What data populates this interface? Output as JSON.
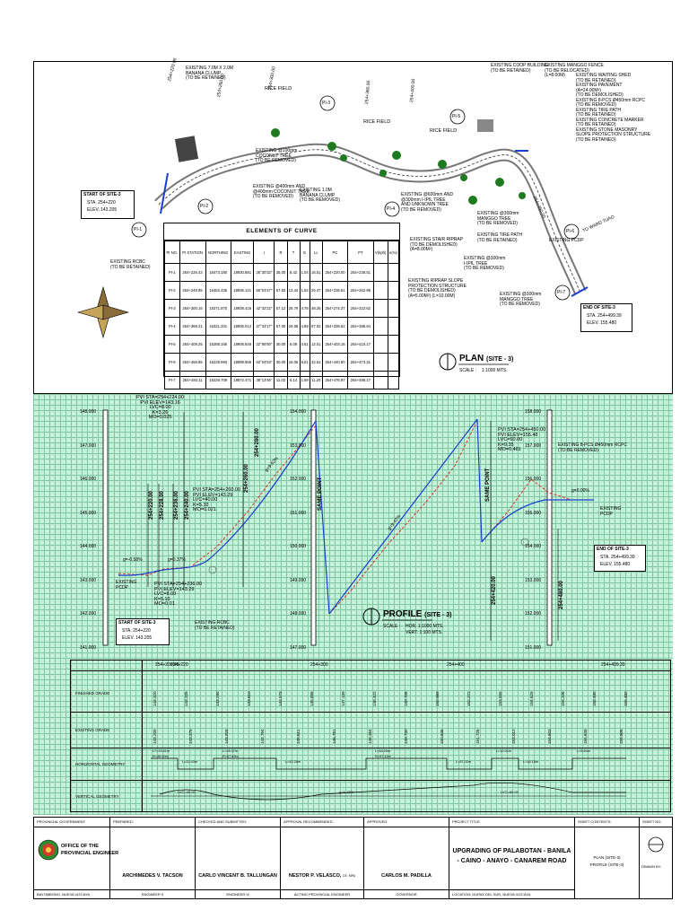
{
  "plan": {
    "title": "PLAN",
    "title_suffix": "(SITE - 3)",
    "scale_label": "SCALE :",
    "scale_value": "1:1000 MTS.",
    "start": {
      "line1": "START OF SITE-3",
      "line2": "STA. 254+220",
      "line3": "ELEV. 143.205"
    },
    "end": {
      "line1": "END OF SITE-3",
      "line2": "STA. 254+499.39",
      "line3": "ELEV. 155.480"
    },
    "pi_labels": [
      "PI-1",
      "PI-2",
      "PI-3",
      "PI-4",
      "PI-5",
      "PI-6",
      "PI-7"
    ],
    "notes": {
      "banana": "EXISTING 7.0M X 2.0M\nBANANA CLUMP\n(TO BE RETAINED)",
      "rice1": "RICE FIELD",
      "rice2": "RICE FIELD",
      "rice3": "RICE FIELD",
      "coconut1": "EXISTING @100mm\nCOCONUT TREE\n(TO BE REMOVED)",
      "coconut2": "EXISTING @400mm AND\n@400mm COCONUT TREE\n(TO BE REMOVED)",
      "banana2": "EXISTING 1.0M\nBANANA CLUMP\n(TO BE REMOVED)",
      "coop": "EXISTING COOP BUILDING\n(TO BE RETAINED)",
      "mango_fence": "EXISTING MANGGO FENCE\n(TO BE RELOCATED)\n(L=8.00M)",
      "ipil": "EXISTING @600mm AND\n@300mm I-IPIL TREE\nAND UNKNOWN TREE\n(TO BE REMOVED)",
      "stair": "EXISTING STAIR RIPRAP\n(TO BE DEMOLISHED)\n(A=8.00M²)",
      "riprap": "EXISTING RIPRAP SLOPE\nPROTECTION STRUCTURE\n(TO BE DEMOLISHED)\n(A=5.00M²) (L=10.00M)",
      "mango1": "EXISTING @300mm\nMANGGO TREE\n(TO BE REMOVED)",
      "tire1": "EXISTING TIRE PATH\n(TO BE RETAINED)",
      "ipil2": "EXISTING @300mm\nI-IPIL TREE\n(TO BE REMOVED)",
      "mango2": "EXISTING @300mm\nMANGGO TREE\n(TO BE REMOVED)",
      "rcbc_start": "EXISTING RCBC\n(TO BE RETAINED)",
      "right_list": "EXISTING WAITING SHED\n(TO BE RETAINED)\nEXISTING PAVEMENT\n(A=24.00M²)\n(TO BE DEMOLISHED)\nEXISTING 8-PCS Ø450mm RCPC\n(TO BE REMOVED)\nEXISTING TIRE PATH\n(TO BE RETAINED)\nEXISTING CONCRETE MARKER\n(TO BE RETAINED)\nEXISTING STONE MASONRY\nSLOPE PROTECTION STRUCTURE\n(TO BE RETAINED)",
      "pcdp": "EXISTING PCDP",
      "to_tuao": "TO WARD TUAO"
    },
    "station_marks": [
      "254+220.00",
      "254+240.00",
      "254+260.00",
      "254+280.00",
      "254+300.00",
      "254+320.00",
      "254+340.00",
      "254+360.00",
      "254+380.00",
      "254+400.00",
      "254+420.00",
      "254+440.00",
      "254+460.00",
      "254+480.00"
    ]
  },
  "curve_table": {
    "title": "ELEMENTS OF CURVE",
    "headers": [
      "PI NO.",
      "PI STATION",
      "NORTHING",
      "EASTING",
      "I",
      "R",
      "T",
      "E",
      "Lc",
      "PC",
      "PT",
      "V(kph)",
      "e(%)"
    ],
    "rows": [
      [
        "PI-1",
        "254+228.43",
        "16473.180",
        "18930.681",
        "26°30'32\"",
        "35.00",
        "8.42",
        "1.04",
        "16.51",
        "254+220.00",
        "254+236.51",
        "",
        ""
      ],
      [
        "PI-2",
        "254+249.95",
        "16452.335",
        "18936.121",
        "56°03'47\"",
        "57.83",
        "13.44",
        "1.54",
        "26.47",
        "254+236.51",
        "254+262.98",
        "",
        ""
      ],
      [
        "PI-3",
        "254+300.16",
        "16371.870",
        "18938.416",
        "42°32'22\"",
        "57.12",
        "25.79",
        "4.78",
        "48.25",
        "254+274.37",
        "254+322.62",
        "",
        ""
      ],
      [
        "PI-4",
        "254+369.21",
        "16321.201",
        "18906.012",
        "27°33'17\"",
        "57.00",
        "29.58",
        "4.89",
        "57.02",
        "254+339.62",
        "254+396.64",
        "",
        ""
      ],
      [
        "PI-5",
        "254+409.25",
        "16288.166",
        "18905.846",
        "22°56'50\"",
        "30.00",
        "6.09",
        "0.61",
        "12.01",
        "254+403.16",
        "254+415.17",
        "",
        ""
      ],
      [
        "PI-6",
        "254+458.85",
        "16239.993",
        "18899.955",
        "62°04'53\"",
        "30.00",
        "18.05",
        "5.01",
        "32.51",
        "254+440.80",
        "254+473.31",
        "",
        ""
      ],
      [
        "PI-7",
        "254+483.11",
        "16226.709",
        "18872.471",
        "38°13'46\"",
        "11.02",
        "6.14",
        "1.59",
        "11.20",
        "254+476.97",
        "254+488.17",
        "",
        ""
      ]
    ]
  },
  "profile": {
    "title": "PROFILE",
    "title_suffix": "(SITE - 3)",
    "scale_label": "SCALE :",
    "scale_hor": "HOR.  1:1000 MTS.",
    "scale_vert": "VERT.  1:100 MTS.",
    "left_axis": [
      "148.000",
      "147.000",
      "146.000",
      "145.000",
      "144.000",
      "143.000",
      "142.000",
      "141.000"
    ],
    "mid_axis": [
      "154.000",
      "153.000",
      "152.000",
      "151.000",
      "150.000",
      "149.000",
      "148.000",
      "147.000"
    ],
    "right_axis": [
      "158.000",
      "157.000",
      "156.000",
      "155.000",
      "154.000",
      "153.000",
      "152.000",
      "151.000"
    ],
    "same_point": "SAME POINT",
    "pvi1": "PVI STA=254+224.00\nPVI ELEV=143.16\nLVC=8.00\nK=3.26\nMO=0.025",
    "pvi2": "PVI STA=254+260.00\nPVI ELEV=143.29\nLVC=40.00\nK=5.33\nMO=0.021",
    "pvi3": "PVI STA=254+236.00\nPVI ELEV=143.29\nLVC=8.00\nK=5.10\nMO=0.01",
    "pvi4": "PVI STA=254+450.00\nPVI ELEV=155.48\nLVC=60.00\nK=9.35\nMO=0.481",
    "g1": "g=-0.58%",
    "g2": "g=0.37%",
    "g3": "g=9.42%",
    "g4": "g=9.42%",
    "g5": "g=0.00%",
    "start": {
      "line1": "START OF SITE-3",
      "line2": "STA. 254+220",
      "line3": "ELEV. 143.205"
    },
    "end": {
      "line1": "END OF SITE-3",
      "line2": "STA. 254+499.39",
      "line3": "ELEV. 155.480"
    },
    "rcbc": "EXISTING RCBC\n(TO BE RETAINED)",
    "pcdp_left": "EXISTING\nPCDP",
    "pcdp_right": "EXISTING\nPCDP",
    "rcpc": "EXISTING 8-PCS Ø450mm RCPC\n(TO BE REMOVED)",
    "vert_labels": [
      "254+220.00",
      "254+228.00",
      "254+236.00",
      "254+240.00",
      "254+260.00",
      "254+280.00",
      "254+420.00",
      "254+480.00"
    ],
    "vc_marks": [
      "BVCS",
      "EVCS",
      "BVCS",
      "EVCS",
      "BVCS",
      "EVCS"
    ]
  },
  "band": {
    "stations": [
      "254+206.45",
      "254+220",
      "254+300",
      "254+400",
      "254+499.39"
    ],
    "rows": [
      "FINISHED GRADE",
      "EXISTING GRADE",
      "HORIZONTAL GEOMETRY",
      "VERTICAL GEOMETRY"
    ],
    "finished": [
      "143.320",
      "143.205",
      "143.290",
      "143.610",
      "144.573",
      "145.856",
      "147.139",
      "148.422",
      "149.706",
      "150.989",
      "152.272",
      "153.555",
      "154.625",
      "155.206",
      "155.480",
      "155.480"
    ],
    "existing": [
      "143.205",
      "143.375",
      "143.928",
      "144.794",
      "145.611",
      "146.781",
      "148.384",
      "149.730",
      "150.646",
      "151.726",
      "153.012",
      "154.603",
      "155.848",
      "155.806"
    ],
    "hg_labels": [
      "LT=15.51m\nR=35.00m",
      "L=22.43m",
      "L=26.47m\nR=57.83m",
      "L=42.28m",
      "L=48.25m\nR=57.12m",
      "L=57.02m",
      "L=12.01m",
      "L=16.15m",
      "L=5.84m"
    ],
    "vg_labels": [
      "LVC=40.00",
      "g=9.42%",
      "LVC=60.00"
    ]
  },
  "title_block": {
    "provincial_government_cap": "PROVINCIAL GOVERNMENT:",
    "office_line1": "OFFICE OF THE",
    "office_line2": "PROVINCIAL ENGINEER",
    "location_left": "BAYOMBONG, NUEVA VIZCAYA",
    "prepared_cap": "PREPARED:",
    "prepared_name": "ARCHIMEDES V. TACSON",
    "prepared_pos": "ENGINEER II",
    "checked_cap": "CHECKED AND SUBMITTED:",
    "checked_name": "CARLO VINCENT B. TALLUNGAN",
    "checked_pos": "ENGINEER III",
    "recommended_cap": "APPROVAL RECOMMENDED :",
    "recommended_name": "NESTOR P. VELASCO,",
    "recommended_suffix": "CE, MPA",
    "recommended_pos": "ACTING PROVINCIAL ENGINEER",
    "approved_cap": "APPROVED:",
    "approved_name": "CARLOS M. PADILLA",
    "approved_pos": "GOVERNOR",
    "project_cap": "PROJECT TITLE:",
    "project_line1": "UPGRADING OF PALABOTAN - BANILA",
    "project_line2": "- CAINO - ANAYO - CANAREM ROAD",
    "location": "LOCATION: DUPAX DEL SUR, NUEVA VIZCAYA",
    "contents_cap": "SHEET CONTENTS:",
    "contents_line1": "PLAN (SITE-3)",
    "contents_line2": "PROFILE (SITE-3)",
    "sheet_cap": "SHEET NO:",
    "drawn_by": "DRAWN BY:"
  }
}
